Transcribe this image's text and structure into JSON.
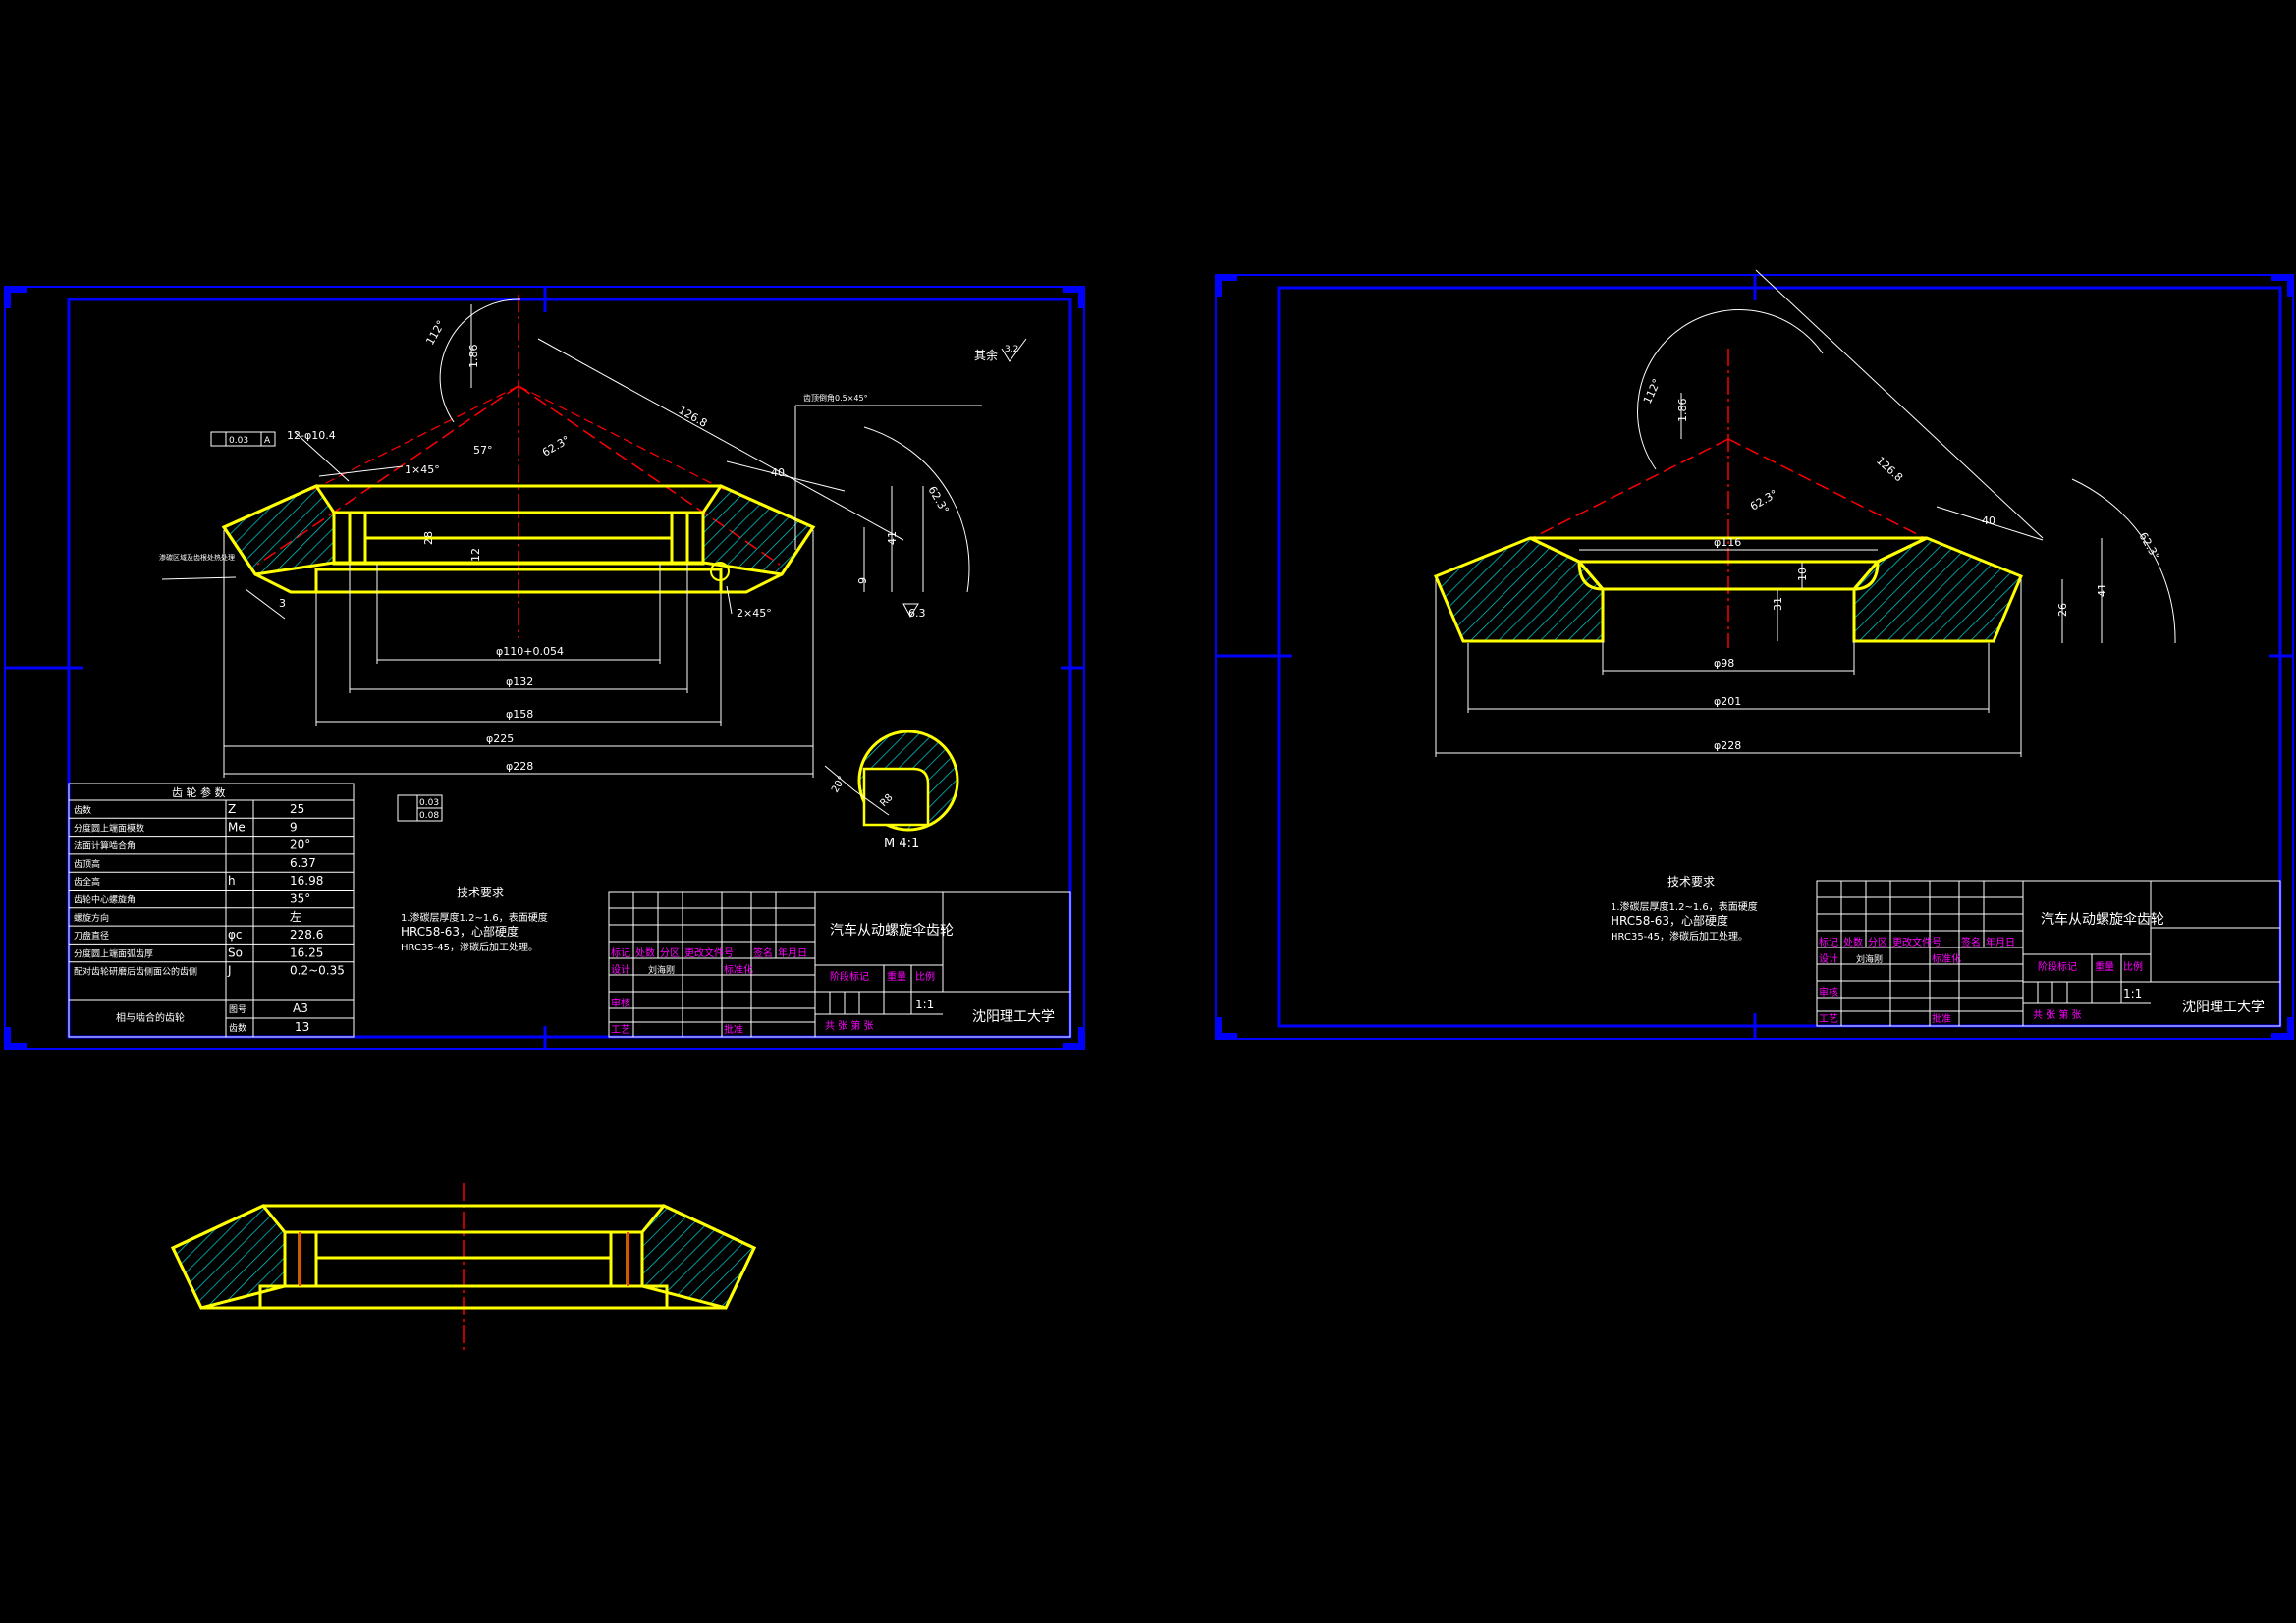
{
  "colors": {
    "background": "#000000",
    "frame": "#0000ff",
    "outline": "#ffff00",
    "dim": "#ffffff",
    "center": "#ff0000",
    "hatch": "#00c8c8",
    "title_magenta": "#ff00ff"
  },
  "sheet1": {
    "title": "汽车从动螺旋伞齿轮",
    "school": "沈阳理工大学",
    "scale": "1:1",
    "tech_title": "技术要求",
    "tech_lines": [
      "1.渗碳层厚度1.2~1.6，表面硬度",
      "HRC58-63，心部硬度",
      "HRC35-45，渗碳后加工处理。"
    ],
    "roughness": "其余",
    "roughness_val": "3.2",
    "detail_label": "M 4:1",
    "detail_r": "R8",
    "detail_rot": "20°",
    "params_title": "齿 轮 参 数",
    "params": [
      {
        "name": "齿数",
        "sym": "Z",
        "val": "25"
      },
      {
        "name": "分度圆上端面模数",
        "sym": "Me",
        "val": "9"
      },
      {
        "name": "法面计算啮合角",
        "sym": "",
        "val": "20°"
      },
      {
        "name": "齿顶高",
        "sym": "",
        "val": "6.37"
      },
      {
        "name": "齿全高",
        "sym": "h",
        "val": "16.98"
      },
      {
        "name": "齿轮中心螺旋角",
        "sym": "",
        "val": "35°"
      },
      {
        "name": "螺旋方向",
        "sym": "",
        "val": "左"
      },
      {
        "name": "刀盘直径",
        "sym": "φc",
        "val": "228.6"
      },
      {
        "name": "分度圆上端面弧齿厚",
        "sym": "So",
        "val": "16.25"
      },
      {
        "name": "配对齿轮研磨后齿侧面公的齿侧",
        "sym": "J",
        "val": "0.2~0.35"
      }
    ],
    "mate_name": "相与啮合的齿轮",
    "mate_rows": [
      {
        "k": "图号",
        "v": "A3"
      },
      {
        "k": "齿数",
        "v": "13"
      }
    ],
    "dims": {
      "d110": "φ110+0.054",
      "d132": "φ132",
      "d158": "φ158",
      "d225": "φ225",
      "d228": "φ228",
      "len126": "126.8",
      "ang623": "62.3°",
      "ang57": "57°",
      "ang112": "112°",
      "h186": "1.86",
      "h40": "40",
      "h41": "41",
      "h28": "28",
      "h12": "12",
      "h9": "9",
      "h3": "3",
      "cham1": "1×45°",
      "cham2": "2×45°",
      "holes": "12-φ10.4",
      "tol": "0.03",
      "tol_ref": "A",
      "pos": "0.03",
      "pos2": "0.08",
      "ra63": "6.3",
      "ra": "√",
      "note_top": "齿顶倒角0.5×45°",
      "note_left": "渗碳区域及齿根处热处理"
    }
  },
  "sheet2": {
    "title": "汽车从动螺旋伞齿轮",
    "school": "沈阳理工大学",
    "scale": "1:1",
    "tech_title": "技术要求",
    "tech_lines": [
      "1.渗碳层厚度1.2~1.6，表面硬度",
      "HRC58-63，心部硬度",
      "HRC35-45，渗碳后加工处理。"
    ],
    "dims": {
      "d116": "φ116",
      "d98": "φ98",
      "d201": "φ201",
      "d228": "φ228",
      "len126": "126.8",
      "ang623": "62.3°",
      "ang623b": "62.3°",
      "ang112": "112°",
      "h186": "1.86",
      "h40": "40",
      "h41": "41",
      "h31": "31",
      "h26": "26",
      "h10": "10"
    }
  },
  "titleblock": {
    "mark": "标记",
    "count": "处数",
    "zone": "分区",
    "change": "更改文件号",
    "sign": "签名",
    "date": "年月日",
    "design": "设计",
    "designer": "刘海刚",
    "std": "标准化",
    "stage": "阶段标记",
    "weight": "重量",
    "ratio": "比例",
    "check": "审核",
    "process": "工艺",
    "approve": "批准",
    "sheets": "共 张 第 张"
  }
}
